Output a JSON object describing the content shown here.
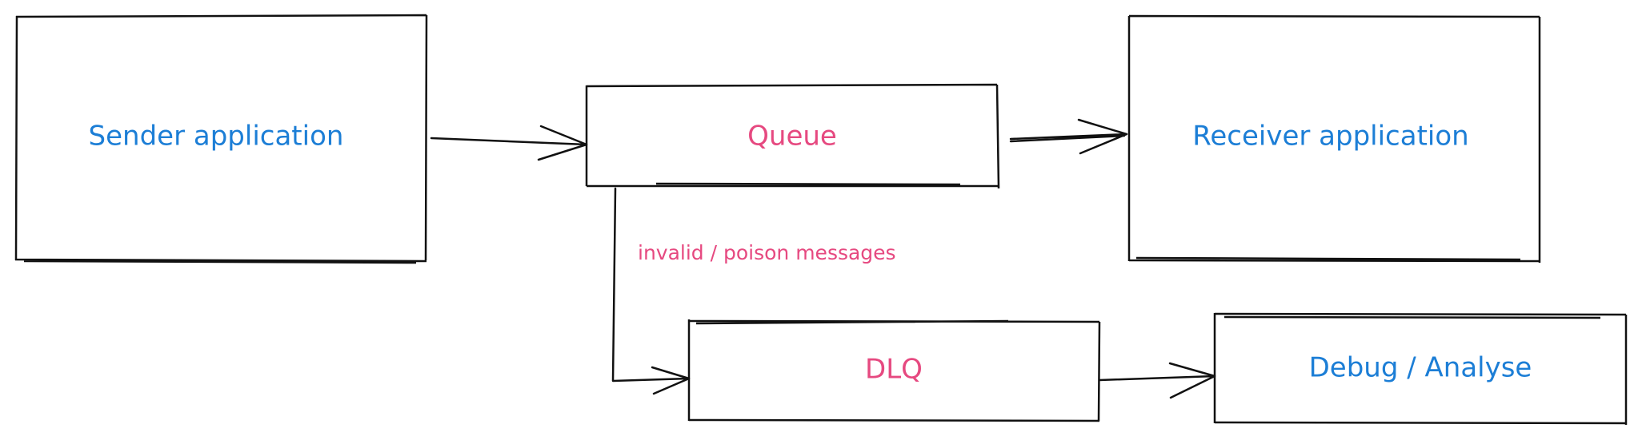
{
  "colors": {
    "blue": "#1c7ed6",
    "pink": "#e64980",
    "stroke": "#111111"
  },
  "nodes": {
    "sender": "Sender application",
    "queue": "Queue",
    "receiver": "Receiver application",
    "dlq": "DLQ",
    "debug": "Debug / Analyse"
  },
  "edges": {
    "queue_to_dlq_label": "invalid / poison messages"
  }
}
